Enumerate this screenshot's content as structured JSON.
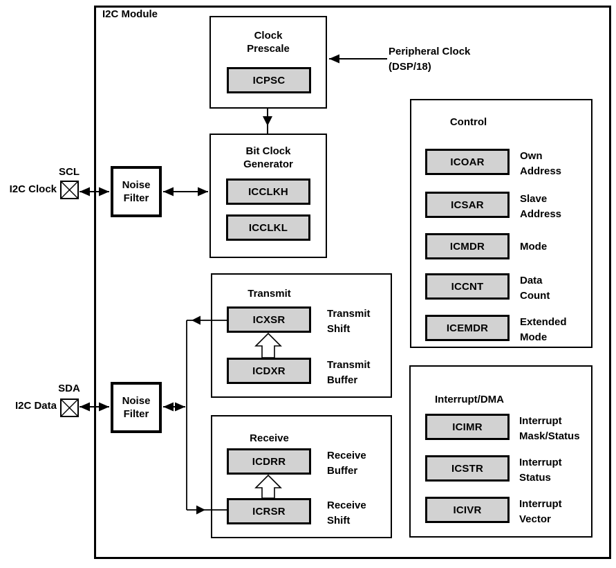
{
  "module": {
    "title": "I2C Module"
  },
  "colors": {
    "register_fill": "#d2d2d2",
    "line": "#000000",
    "background": "#ffffff"
  },
  "clock_prescale": {
    "title": "Clock\nPrescale",
    "register": "ICPSC"
  },
  "peripheral_clock_label": "Peripheral Clock\n(DSP/18)",
  "bit_clock_generator": {
    "title": "Bit Clock\nGenerator",
    "registers": [
      {
        "name": "ICCLKH"
      },
      {
        "name": "ICCLKL"
      }
    ]
  },
  "scl": {
    "pin": "SCL",
    "external": "I2C Clock",
    "filter": "Noise\nFilter"
  },
  "sda": {
    "pin": "SDA",
    "external": "I2C Data",
    "filter": "Noise\nFilter"
  },
  "transmit": {
    "title": "Transmit",
    "registers": [
      {
        "name": "ICXSR",
        "desc": "Transmit\nShift"
      },
      {
        "name": "ICDXR",
        "desc": "Transmit\nBuffer"
      }
    ]
  },
  "receive": {
    "title": "Receive",
    "registers": [
      {
        "name": "ICDRR",
        "desc": "Receive\nBuffer"
      },
      {
        "name": "ICRSR",
        "desc": "Receive\nShift"
      }
    ]
  },
  "control": {
    "title": "Control",
    "registers": [
      {
        "name": "ICOAR",
        "desc": "Own\nAddress"
      },
      {
        "name": "ICSAR",
        "desc": "Slave\nAddress"
      },
      {
        "name": "ICMDR",
        "desc": "Mode"
      },
      {
        "name": "ICCNT",
        "desc": "Data\nCount"
      },
      {
        "name": "ICEMDR",
        "desc": "Extended\nMode"
      }
    ]
  },
  "interrupt_dma": {
    "title": "Interrupt/DMA",
    "registers": [
      {
        "name": "ICIMR",
        "desc": "Interrupt\nMask/Status"
      },
      {
        "name": "ICSTR",
        "desc": "Interrupt\nStatus"
      },
      {
        "name": "ICIVR",
        "desc": "Interrupt\nVector"
      }
    ]
  }
}
